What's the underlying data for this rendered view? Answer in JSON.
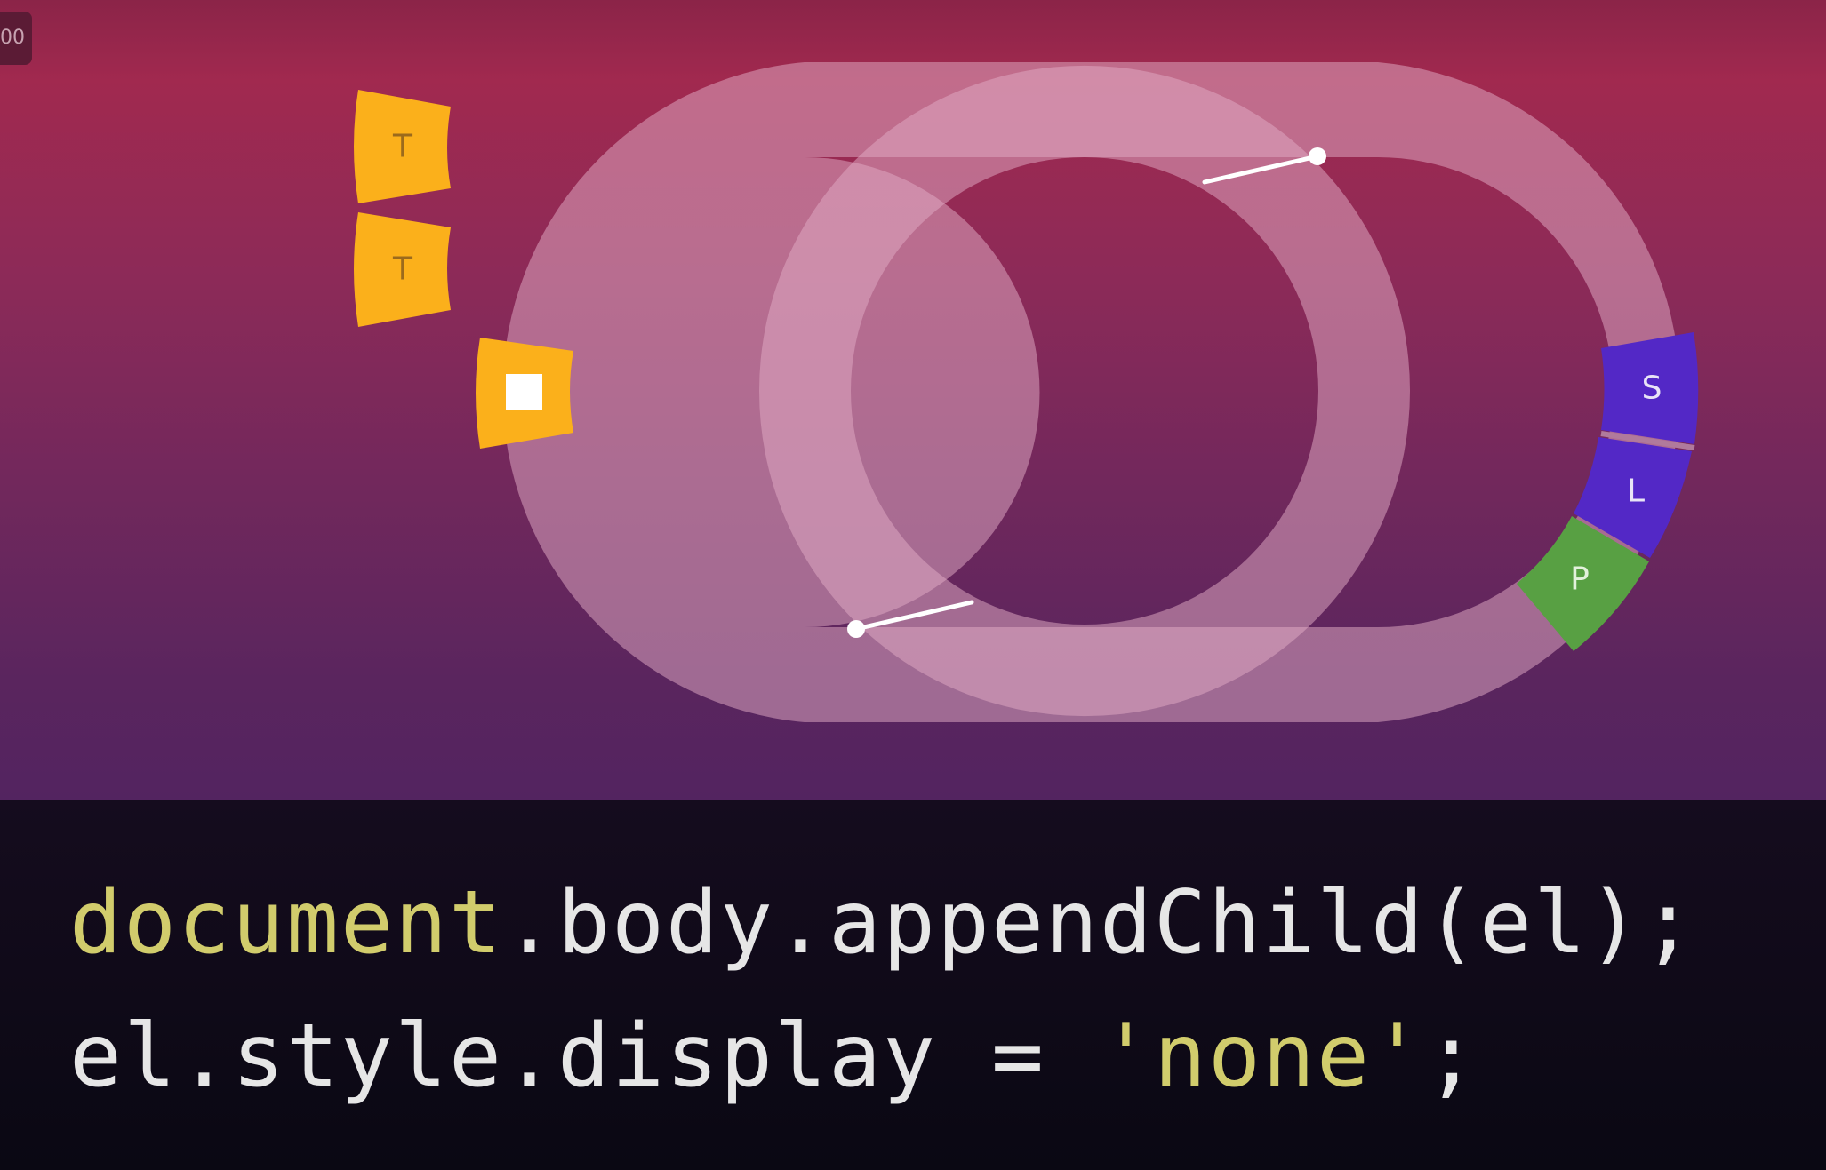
{
  "timestamp": "00",
  "diagram": {
    "queued_tasks": [
      {
        "label": "T"
      },
      {
        "label": "T"
      }
    ],
    "ring_blocks": [
      {
        "label": "S"
      },
      {
        "label": "L"
      },
      {
        "label": "P"
      }
    ],
    "colors": {
      "task": "#fbb01b",
      "style": "#5328c6",
      "layout": "#5328c6",
      "paint": "#58a043",
      "track": "#c889a6"
    }
  },
  "code": {
    "line1": [
      {
        "text": "document",
        "kind": "obj"
      },
      {
        "text": ".body.appendChild(el);",
        "kind": "pun"
      }
    ],
    "line2": [
      {
        "text": "el.style.display = ",
        "kind": "pun"
      },
      {
        "text": "'none'",
        "kind": "str"
      },
      {
        "text": ";",
        "kind": "pun"
      }
    ]
  }
}
